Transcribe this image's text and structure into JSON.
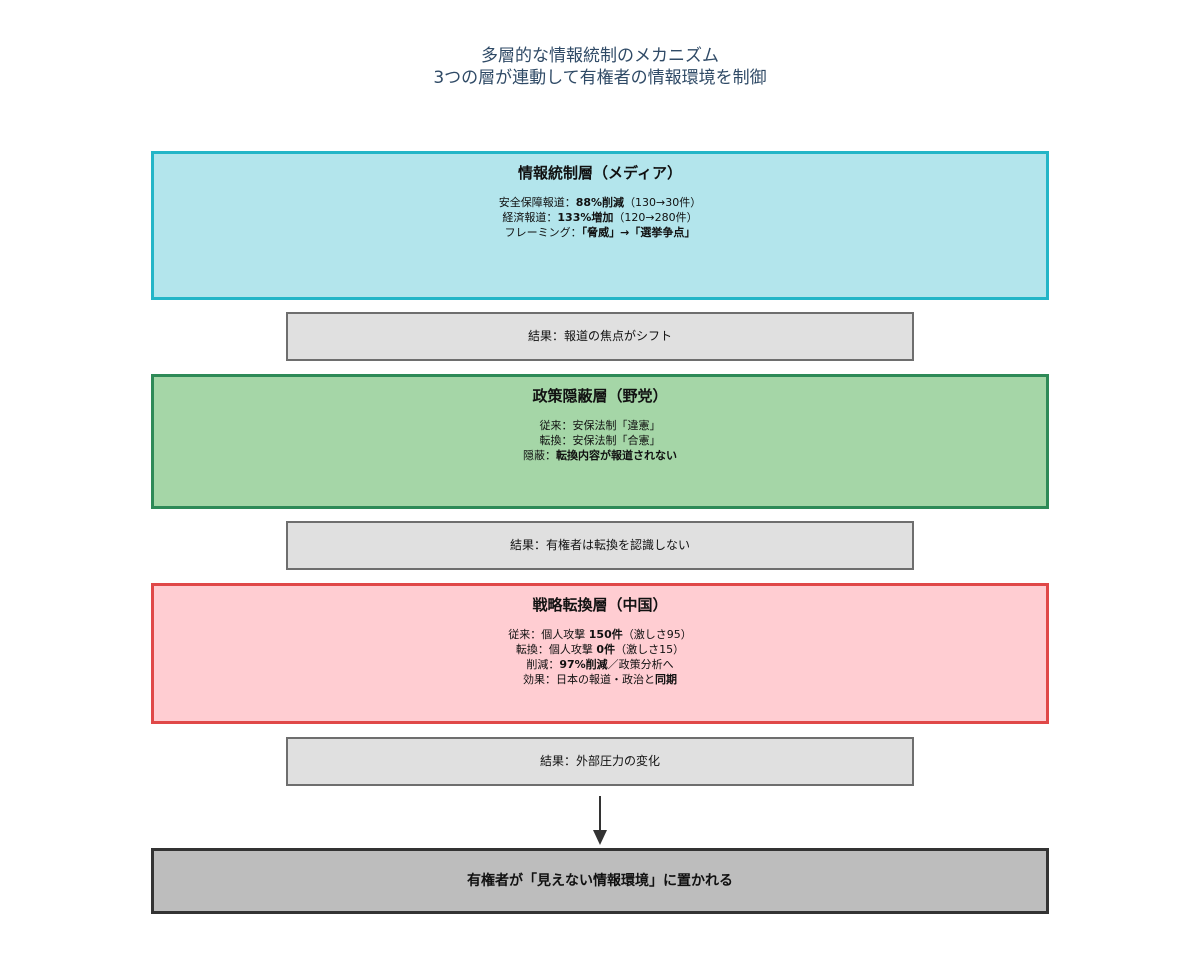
{
  "title": {
    "line1": "多層的な情報統制のメカニズム",
    "line2": "3つの層が連動して有権者の情報環境を制御"
  },
  "layers": [
    {
      "heading": "情報統制層（メディア）",
      "lines": [
        {
          "prefix": "安全保障報道：",
          "bold": "88%削減",
          "suffix": "（130→30件）"
        },
        {
          "prefix": "経済報道：",
          "bold": "133%増加",
          "suffix": "（120→280件）"
        },
        {
          "prefix": "フレーミング：",
          "bold": "「脅威」→「選挙争点」",
          "suffix": ""
        }
      ],
      "fill_color": "#b3e5ec",
      "border_color": "#23b5c7"
    },
    {
      "heading": "政策隠蔽層（野党）",
      "lines": [
        {
          "prefix": "従来：安保法制「違憲」",
          "bold": "",
          "suffix": ""
        },
        {
          "prefix": "転換：安保法制「合憲」",
          "bold": "",
          "suffix": ""
        },
        {
          "prefix": "隠蔽：",
          "bold": "転換内容が報道されない",
          "suffix": ""
        }
      ],
      "fill_color": "#a5d6a7",
      "border_color": "#2e8a57"
    },
    {
      "heading": "戦略転換層（中国）",
      "lines": [
        {
          "prefix": "従来：個人攻撃 ",
          "bold": "150件",
          "suffix": "（激しさ95）"
        },
        {
          "prefix": "転換：個人攻撃 ",
          "bold": "0件",
          "suffix": "（激しさ15）"
        },
        {
          "prefix": "削減：",
          "bold": "97%削減",
          "suffix": "／政策分析へ"
        },
        {
          "prefix": "効果：日本の報道・政治と",
          "bold": "同期",
          "suffix": ""
        }
      ],
      "fill_color": "#ffcdd2",
      "border_color": "#e04848"
    }
  ],
  "results": [
    "結果：報道の焦点がシフト",
    "結果：有権者は転換を認識しない",
    "結果：外部圧力の変化"
  ],
  "conclusion": "有権者が「見えない情報環境」に置かれる"
}
